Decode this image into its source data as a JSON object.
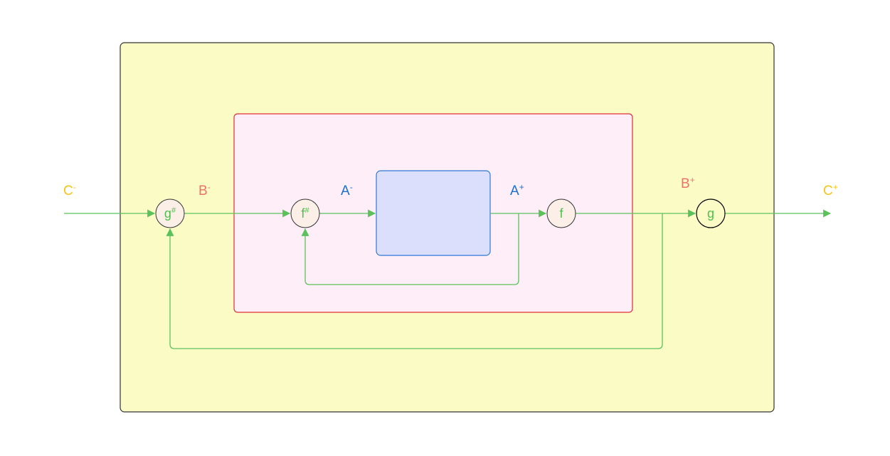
{
  "labels": {
    "c_minus": {
      "base": "C",
      "sup": "-"
    },
    "b_minus": {
      "base": "B",
      "sup": "-"
    },
    "a_minus": {
      "base": "A",
      "sup": "-"
    },
    "a_plus": {
      "base": "A",
      "sup": "+"
    },
    "b_plus": {
      "base": "B",
      "sup": "+"
    },
    "c_plus": {
      "base": "C",
      "sup": "+"
    }
  },
  "nodes": {
    "g_sharp": {
      "base": "g",
      "sup": "#"
    },
    "f_sharp": {
      "base": "f",
      "sup": "#"
    },
    "f": {
      "base": "f",
      "sup": ""
    },
    "g": {
      "base": "g",
      "sup": ""
    }
  },
  "colors": {
    "outer_fill": "#fbfbc6",
    "outer_stroke": "#333333",
    "middle_fill": "#fdeef8",
    "middle_stroke": "#e0303a",
    "inner_fill": "#dcdffb",
    "inner_stroke": "#2f78d6",
    "edge": "#5cc15c",
    "c_label": "#f5c518",
    "b_label": "#f0706a",
    "a_label": "#1a6fd0",
    "node_fill": "#fcefe8"
  }
}
